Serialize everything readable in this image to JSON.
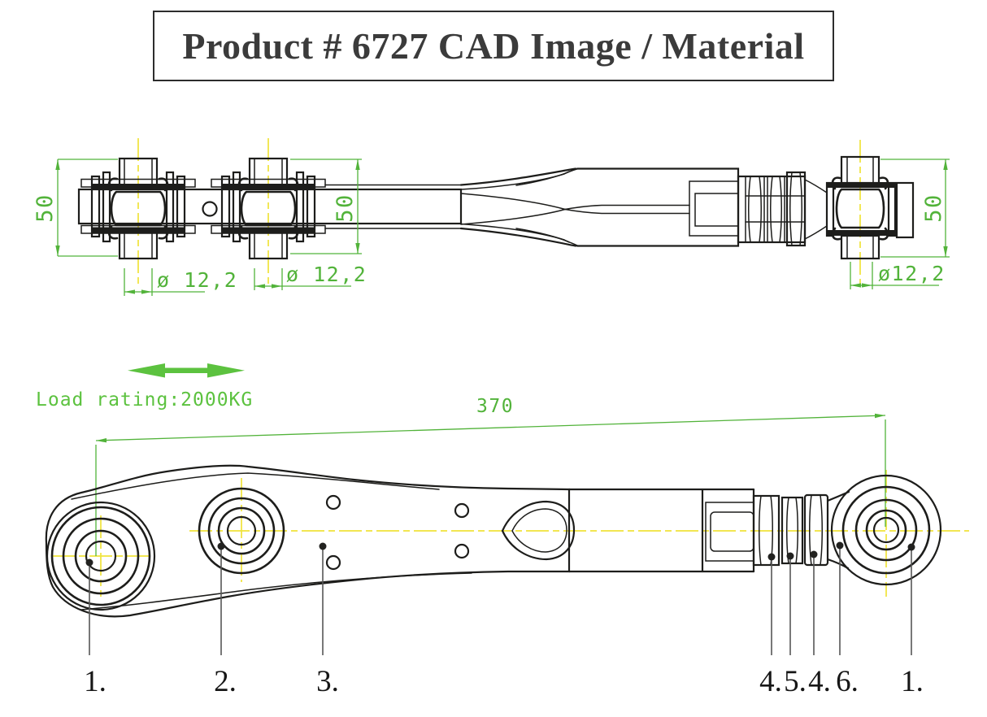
{
  "title": "Product # 6727 CAD Image / Material",
  "top_view": {
    "dim_height_left": "50",
    "dim_height_mid": "50",
    "dim_height_right": "50",
    "dim_bore_left": "ø 12,2",
    "dim_bore_mid": "ø 12,2",
    "dim_bore_right": "ø12,2"
  },
  "side_view": {
    "dim_overall_length": "370",
    "load_rating": "Load rating:2000KG"
  },
  "callouts": {
    "labels": [
      "1.",
      "2.",
      "3.",
      "4.",
      "5.",
      "4.",
      "6.",
      "1."
    ]
  },
  "colors": {
    "dimension_green": "#52b33a",
    "accent_green": "#5cc23f",
    "centerline_yellow": "#f0e33a",
    "outline_black": "#1d1d1b",
    "leader_gray": "#575756"
  }
}
